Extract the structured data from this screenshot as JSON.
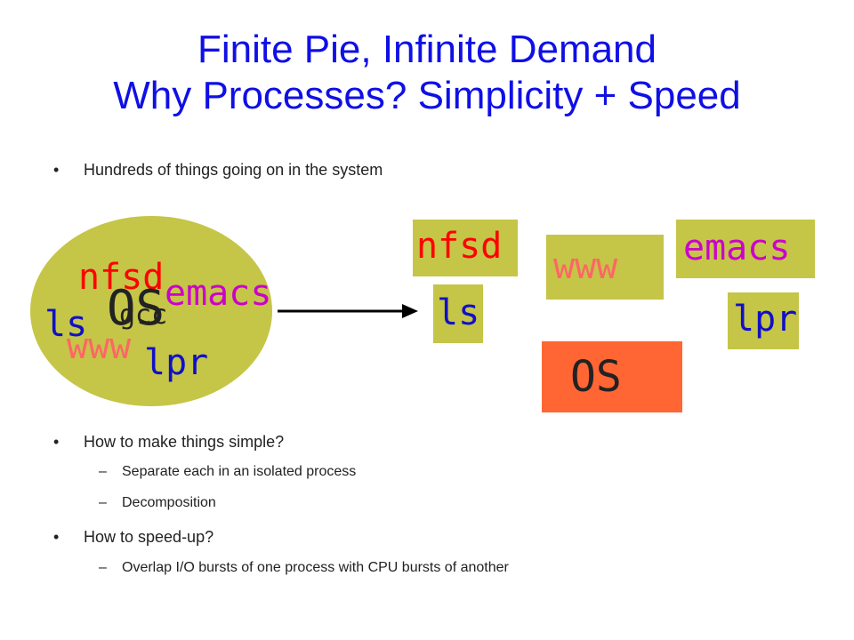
{
  "slide": {
    "title_line1": "Finite Pie, Infinite Demand",
    "title_line2": "Why Processes? Simplicity + Speed"
  },
  "bullets": {
    "b1": "Hundreds of things going on in the system",
    "b2": "How to make things simple?",
    "b2_sub1": "Separate each in an isolated process",
    "b2_sub2": "Decomposition",
    "b3": "How to speed-up?",
    "b3_sub1": "Overlap I/O bursts of one process with CPU bursts of another",
    "dot": "•",
    "dash": "–"
  },
  "diagram": {
    "left_labels": {
      "nfsd": "nfsd",
      "os": "OS",
      "emacs": "emacs",
      "gcc": "gcc",
      "ls": "ls",
      "www": "www",
      "lpr": "lpr"
    },
    "right_boxes": {
      "nfsd": "nfsd",
      "ls": "ls",
      "www": "www",
      "emacs": "emacs",
      "lpr": "lpr",
      "os": "OS"
    },
    "colors": {
      "oval": "#c5c547",
      "box_fill": "#c5c547",
      "os_box": "#ff6633",
      "red": "#ff0000",
      "blue": "#1010c8",
      "magenta": "#cc00cc",
      "pink": "#ff6666",
      "dark": "#222222",
      "title": "#0f0fe6"
    }
  }
}
